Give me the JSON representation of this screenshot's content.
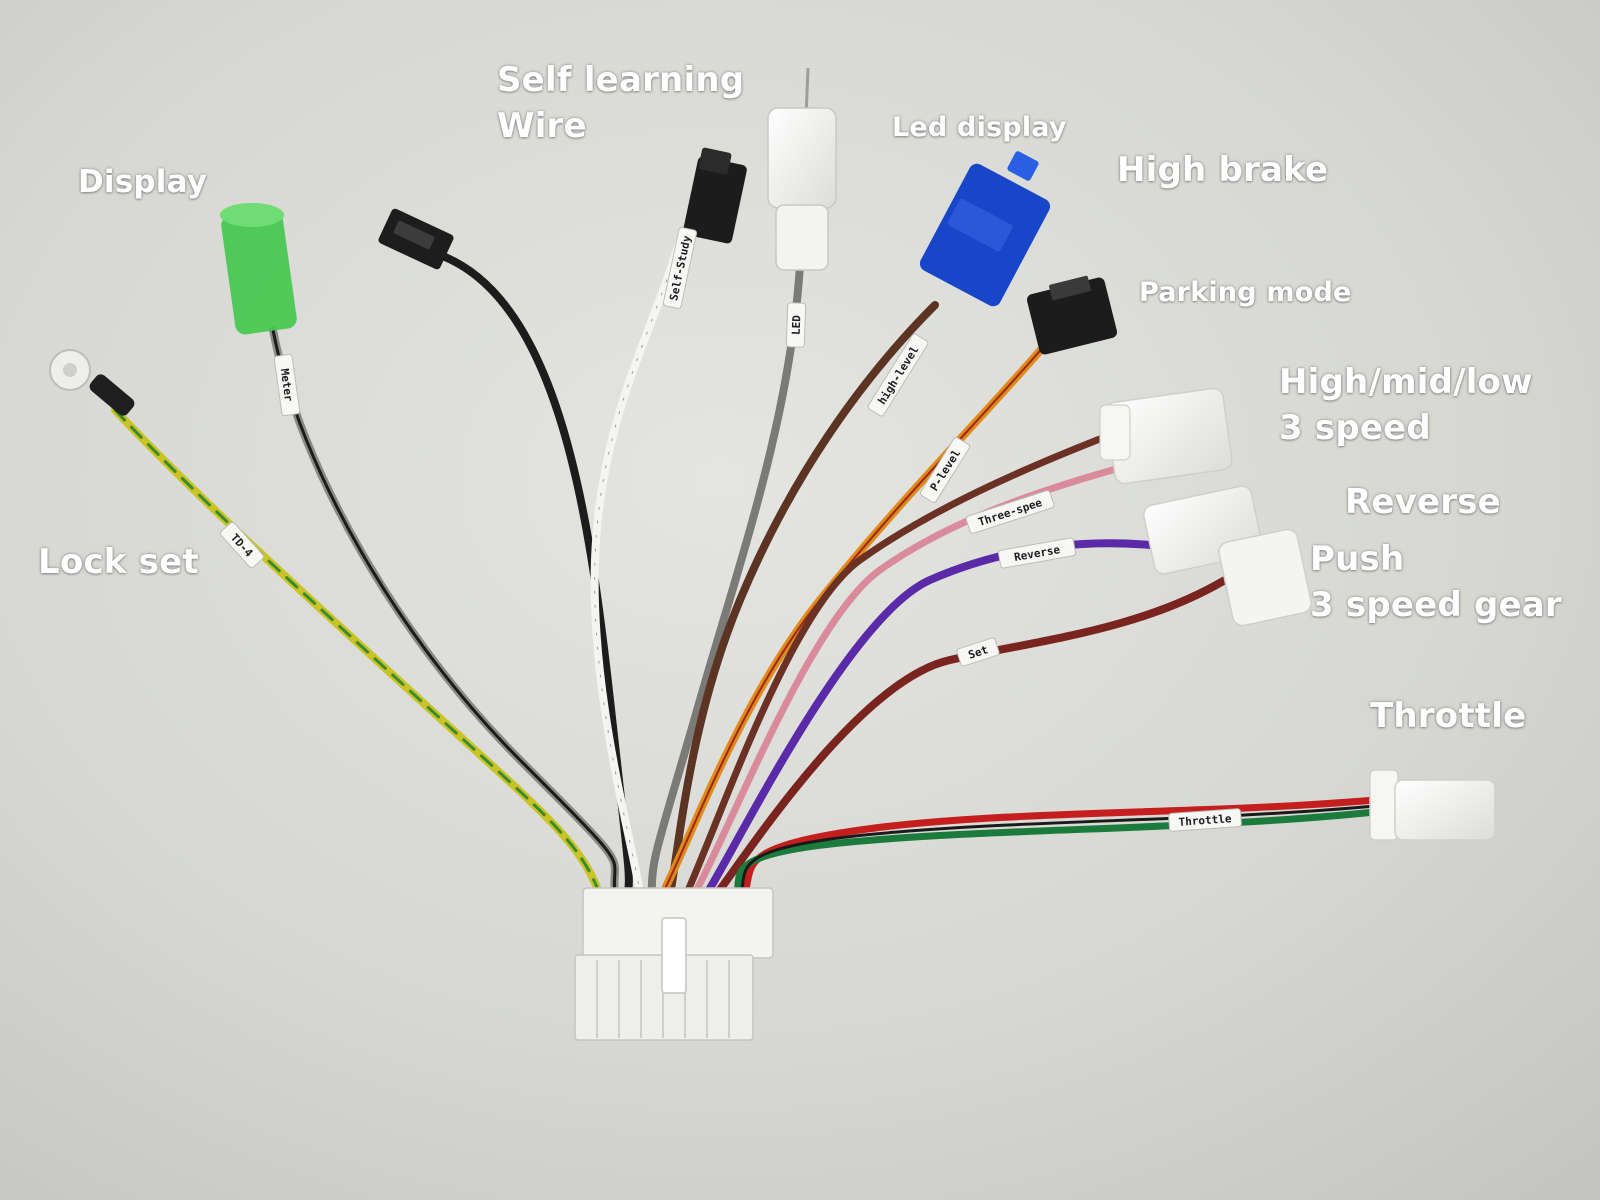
{
  "colors": {
    "wall": "#d9dad6",
    "label_text": "#ffffff",
    "connector_white": "#f1f1ee",
    "connector_black": "#1c1c1c",
    "connector_blue": "#1846c8",
    "connector_green": "#3fc94a"
  },
  "callouts": {
    "self_learning": [
      "Self learning",
      "Wire"
    ],
    "display": "Display",
    "led_display": "Led display",
    "high_brake": "High brake",
    "parking_mode": "Parking mode",
    "speed_select": [
      "High/mid/low",
      "3 speed"
    ],
    "reverse": "Reverse",
    "push": [
      "Push",
      "3 speed gear"
    ],
    "lock_set": "Lock set",
    "throttle": "Throttle"
  },
  "wire_tags": {
    "lock": "TD-4",
    "meter": "Meter",
    "self_learn": "Self-Study",
    "led": "LED",
    "high_level": "high-level",
    "p_level": "P-level",
    "three_speed": "Three-spee",
    "reverse": "Reverse",
    "set": "Set",
    "throttle": "Throttle"
  }
}
